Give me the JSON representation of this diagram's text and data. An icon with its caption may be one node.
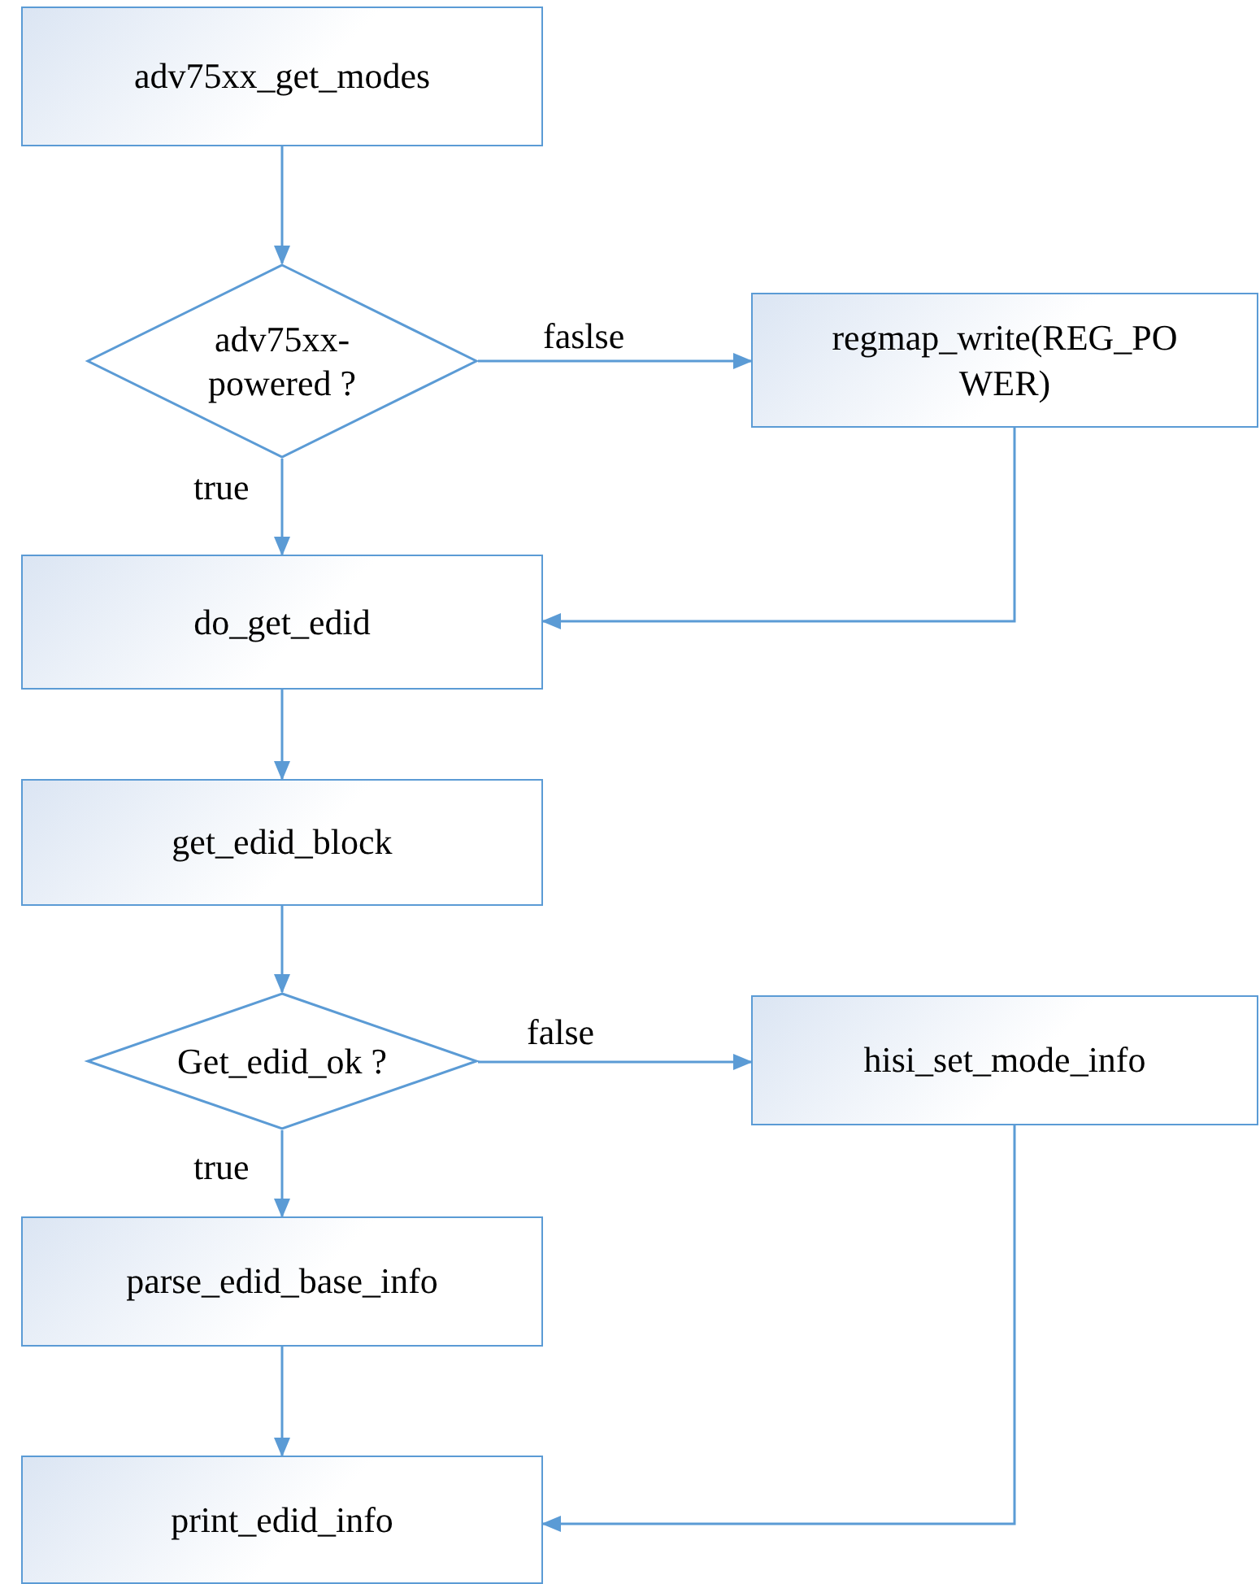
{
  "diagram": {
    "nodes": [
      {
        "text": [
          "adv75xx_get_modes"
        ]
      },
      {
        "text": [
          "adv75xx- powered ?"
        ]
      },
      {
        "text": [
          "regmap_write(REG_PO WER)"
        ]
      },
      {
        "text": [
          "do_get_edid"
        ]
      },
      {
        "text": [
          "get_edid_block"
        ]
      },
      {
        "text": [
          "Get_edid_ok ?"
        ]
      },
      {
        "text": [
          "hisi_set_mode_info"
        ]
      },
      {
        "text": [
          "parse_edid_base_info"
        ]
      },
      {
        "text": [
          "print_edid_info"
        ]
      }
    ],
    "edges": [
      {
        "from": 0,
        "to": 1,
        "arrow": "to"
      },
      {
        "from": 1,
        "to": 2,
        "arrow": "to",
        "label": "faslse"
      },
      {
        "from": 1,
        "to": 3,
        "arrow": "to",
        "label": "true"
      },
      {
        "from": 2,
        "to": 3,
        "arrow": "to"
      },
      {
        "from": 3,
        "to": 4,
        "arrow": "to"
      },
      {
        "from": 4,
        "to": 5,
        "arrow": "to"
      },
      {
        "from": 5,
        "to": 6,
        "arrow": "to",
        "label": "false"
      },
      {
        "from": 5,
        "to": 7,
        "arrow": "to",
        "label": "true"
      },
      {
        "from": 7,
        "to": 8,
        "arrow": "to"
      },
      {
        "from": 6,
        "to": 8,
        "arrow": "to"
      }
    ]
  }
}
